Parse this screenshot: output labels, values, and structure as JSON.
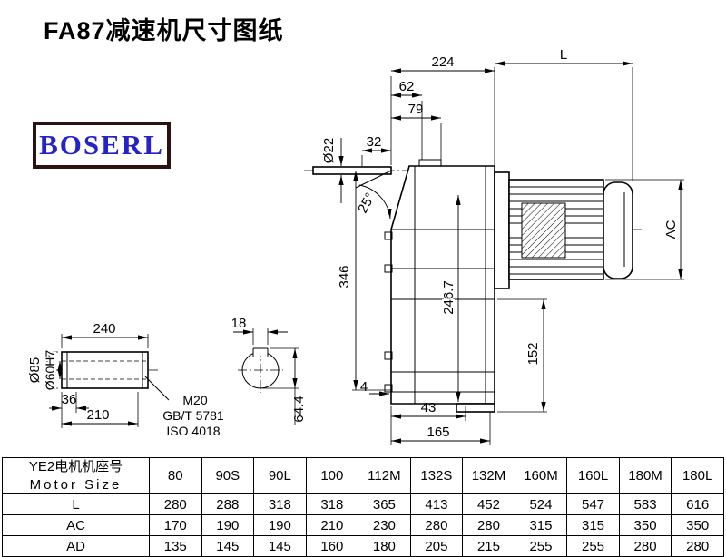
{
  "page": {
    "title": "FA87减速机尺寸图纸",
    "logo_text": "BOSERL",
    "logo_text_color": "#2323c8",
    "logo_border_color": "#2b1111"
  },
  "drawing": {
    "main_view": {
      "width_224": "224",
      "motor_length_label": "L",
      "width_62": "62",
      "width_79": "79",
      "width_32": "32",
      "shaft_diameter": "Ø22",
      "shaft_angle": "25°",
      "height_346": "346",
      "axis_height_246_7": "246.7",
      "motor_diameter_label": "AC",
      "height_152": "152",
      "offset_4": "4",
      "width_43": "43",
      "width_165": "165"
    },
    "shaft_view": {
      "length_240": "240",
      "length_36": "36",
      "length_210": "210",
      "outer_diameter": "Ø85",
      "bore_diameter": "Ø60H7",
      "thread": "M20",
      "standard_gb": "GB/T 5781",
      "standard_iso": "ISO 4018"
    },
    "bore_view": {
      "keyway_width_18": "18",
      "keyway_depth_64_4": "64.4"
    }
  },
  "table": {
    "row_header_line1": "YE2电机机座号",
    "row_header_line2": "Motor Size",
    "columns": [
      "80",
      "90S",
      "90L",
      "100",
      "112M",
      "132S",
      "132M",
      "160M",
      "160L",
      "180M",
      "180L"
    ],
    "rows": [
      {
        "label": "L",
        "values": [
          "280",
          "288",
          "318",
          "318",
          "365",
          "413",
          "452",
          "524",
          "547",
          "583",
          "616"
        ]
      },
      {
        "label": "AC",
        "values": [
          "170",
          "190",
          "190",
          "210",
          "230",
          "280",
          "280",
          "315",
          "315",
          "350",
          "350"
        ]
      },
      {
        "label": "AD",
        "values": [
          "135",
          "145",
          "145",
          "160",
          "180",
          "205",
          "215",
          "255",
          "255",
          "280",
          "280"
        ]
      }
    ]
  }
}
